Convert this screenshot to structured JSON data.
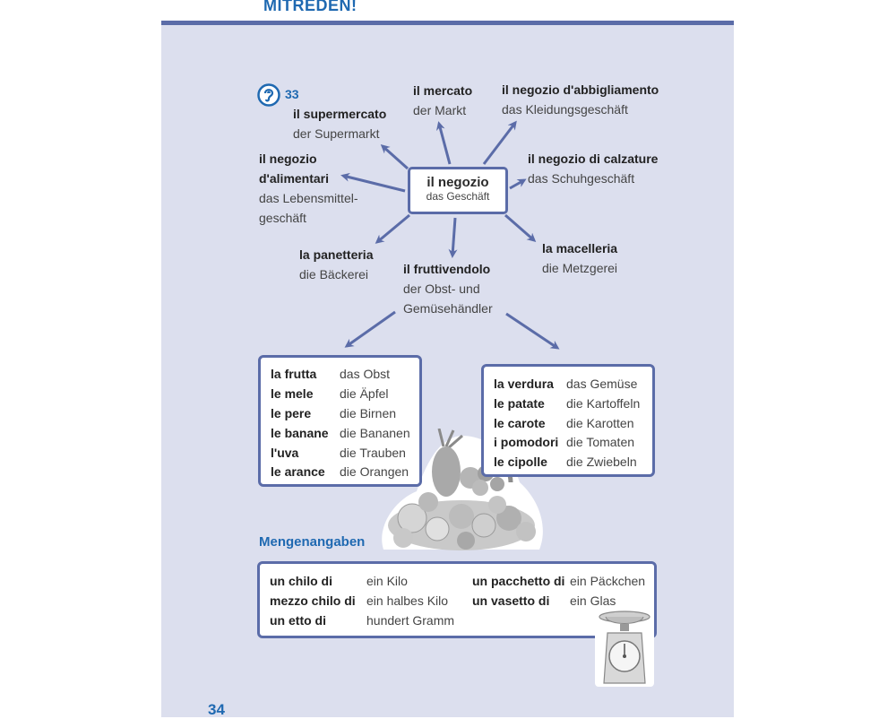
{
  "header": "MITREDEN!",
  "page_number": "34",
  "track": {
    "number": "33",
    "icon": "ear-icon"
  },
  "center": {
    "it": "il negozio",
    "de": "das Geschäft"
  },
  "shops": [
    {
      "it": "il supermercato",
      "de": "der Supermarkt"
    },
    {
      "it": "il mercato",
      "de": "der Markt"
    },
    {
      "it": "il negozio d'abbigliamento",
      "de": "das Kleidungsgeschäft"
    },
    {
      "it": "il negozio di calzature",
      "de": "das Schuhgeschäft"
    },
    {
      "it_1": "il negozio",
      "it_2": "d'alimentari",
      "de_1": "das Lebensmittel-",
      "de_2": "geschäft"
    },
    {
      "it": "la panetteria",
      "de": "die Bäckerei"
    },
    {
      "it": "il fruttivendolo",
      "de_1": "der Obst- und",
      "de_2": "Gemüsehändler"
    },
    {
      "it": "la macelleria",
      "de": "die Metzgerei"
    }
  ],
  "fruit": [
    {
      "it": "la frutta",
      "de": "das Obst"
    },
    {
      "it": "le mele",
      "de": "die Äpfel"
    },
    {
      "it": "le pere",
      "de": "die Birnen"
    },
    {
      "it": "le banane",
      "de": "die Bananen"
    },
    {
      "it": "l'uva",
      "de": "die Trauben"
    },
    {
      "it": "le arance",
      "de": "die Orangen"
    }
  ],
  "vegetables": [
    {
      "it": "la verdura",
      "de": "das Gemüse"
    },
    {
      "it": "le patate",
      "de": "die Kartoffeln"
    },
    {
      "it": "le carote",
      "de": "die Karotten"
    },
    {
      "it": "i pomodori",
      "de": "die Tomaten"
    },
    {
      "it": "le cipolle",
      "de": "die Zwiebeln"
    }
  ],
  "quantities_title": "Mengenangaben",
  "quantities": [
    {
      "it": "un chilo di",
      "de": "ein Kilo"
    },
    {
      "it": "mezzo chilo di",
      "de": "ein halbes Kilo"
    },
    {
      "it": "un etto di",
      "de": "hundert Gramm"
    },
    {
      "it": "un pacchetto di",
      "de": "ein Päckchen"
    },
    {
      "it": "un vasetto di",
      "de": "ein Glas"
    }
  ],
  "colors": {
    "accent": "#1f69b1",
    "frame": "#5b6ca8",
    "page": "#dcdfee"
  }
}
